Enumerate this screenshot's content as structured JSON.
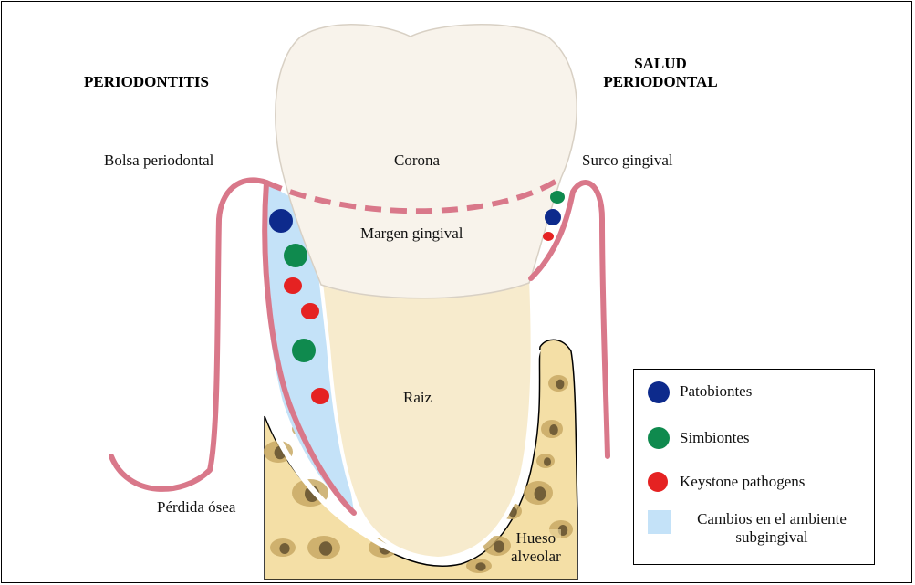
{
  "headings": {
    "left": "PERIODONTITIS",
    "right_line1": "SALUD",
    "right_line2": "PERIODONTAL"
  },
  "labels": {
    "pocket": "Bolsa periodontal",
    "crown": "Corona",
    "sulcus": "Surco gingival",
    "gingival_margin": "Margen gingival",
    "root": "Raiz",
    "bone_loss": "Pérdida ósea",
    "bone_line1": "Hueso",
    "bone_line2": "alveolar"
  },
  "legend": {
    "pathobionts": "Patobiontes",
    "symbionts": "Simbiontes",
    "keystone": "Keystone pathogens",
    "subgingival_line1": "Cambios en el ambiente",
    "subgingival_line2": "subgingival"
  },
  "colors": {
    "pathobionts": "#0d2a8c",
    "symbionts": "#0f8a4e",
    "keystone": "#e52222",
    "subgingival": "#c4e2f8",
    "gum": "#d9788a",
    "crown_fill": "#f8f3eb",
    "root_fill": "#f7ebcd",
    "bone_fill": "#f4dfa6",
    "bone_spot_light": "#c8a964",
    "bone_spot_dark": "#5a4a2a"
  },
  "bacteria_symbols": {
    "pocket": [
      "pathobiont",
      "symbiont",
      "keystone",
      "keystone",
      "symbiont",
      "keystone"
    ],
    "sulcus": [
      "symbiont",
      "pathobiont",
      "keystone"
    ]
  }
}
